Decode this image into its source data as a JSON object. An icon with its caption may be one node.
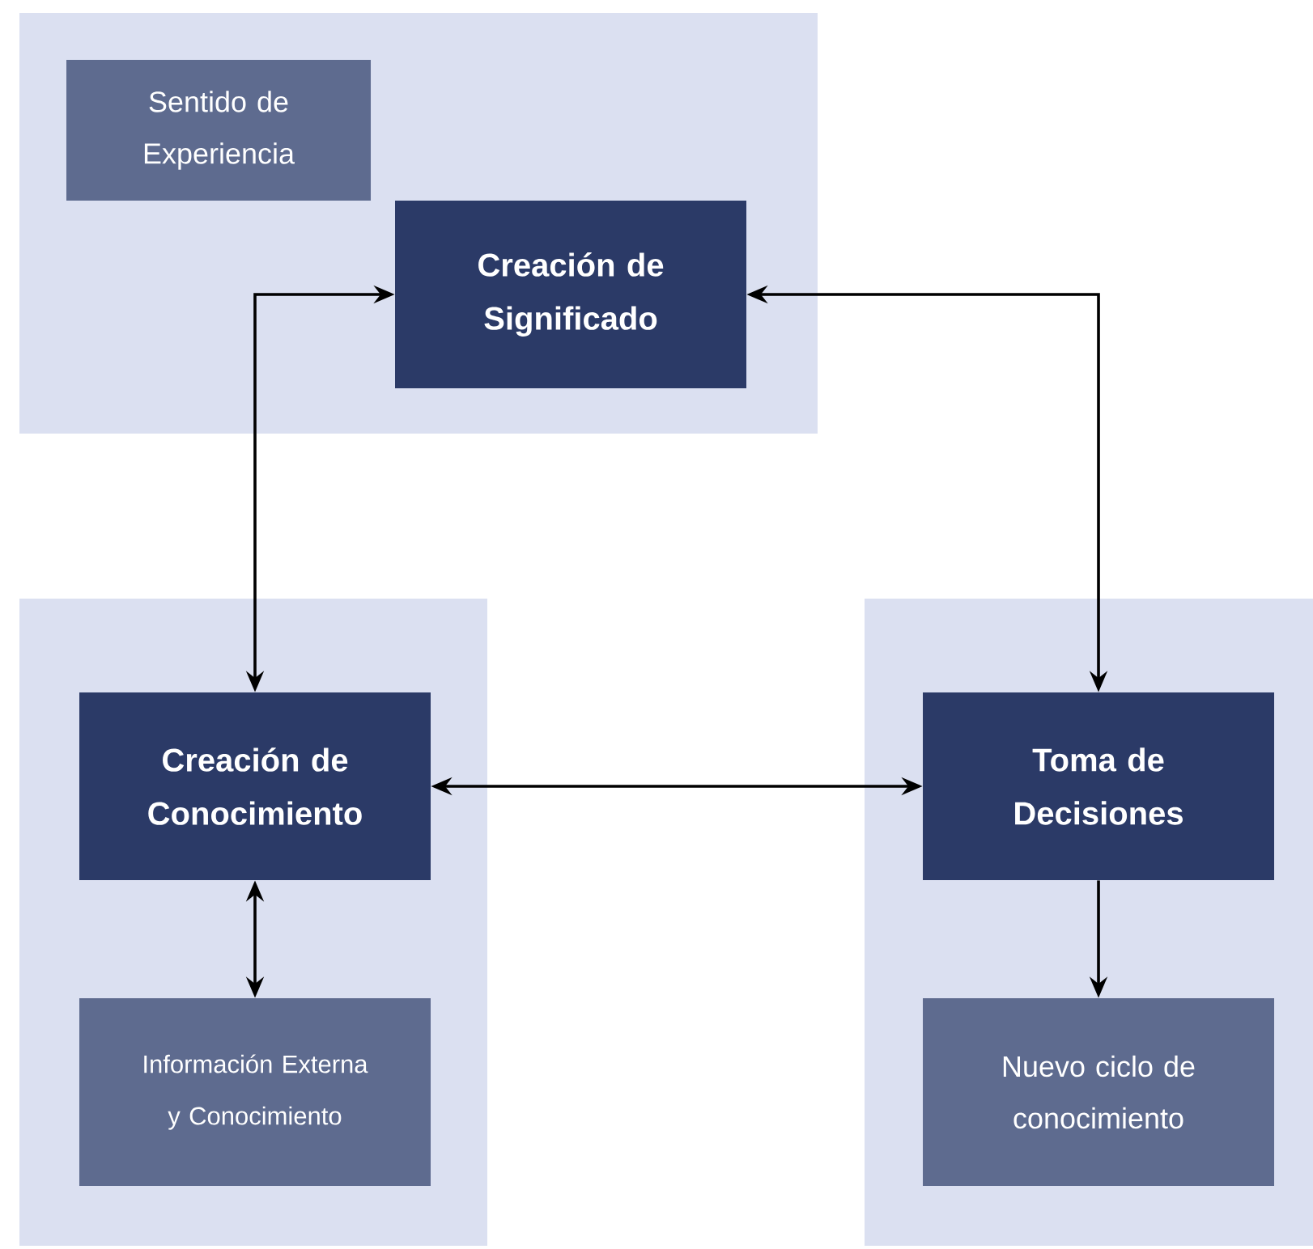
{
  "diagram": {
    "nodes": [
      {
        "text": [],
        "shape": "box"
      },
      {
        "text": [
          "Sentido de Experiencia"
        ],
        "in": 0
      },
      {
        "text": [
          "Creación de Significado"
        ],
        "in": 0
      },
      {
        "text": [],
        "shape": "box"
      },
      {
        "text": [
          "Creación de Conocimiento"
        ],
        "in": 3
      },
      {
        "text": [
          "Información Externa y Conocimiento"
        ],
        "in": 3
      },
      {
        "text": [],
        "shape": "box"
      },
      {
        "text": [
          "Toma de Decisiones"
        ],
        "in": 6
      },
      {
        "text": [
          "Nuevo ciclo de conocimiento"
        ],
        "in": 6
      }
    ],
    "edges": [
      {
        "from": 2,
        "to": 4,
        "arrow": "both"
      },
      {
        "from": 2,
        "to": 7,
        "arrow": "both"
      },
      {
        "from": 4,
        "to": 7,
        "arrow": "both"
      },
      {
        "from": 4,
        "to": 5,
        "arrow": "both"
      },
      {
        "from": 7,
        "to": 8,
        "arrow": "to"
      }
    ]
  }
}
